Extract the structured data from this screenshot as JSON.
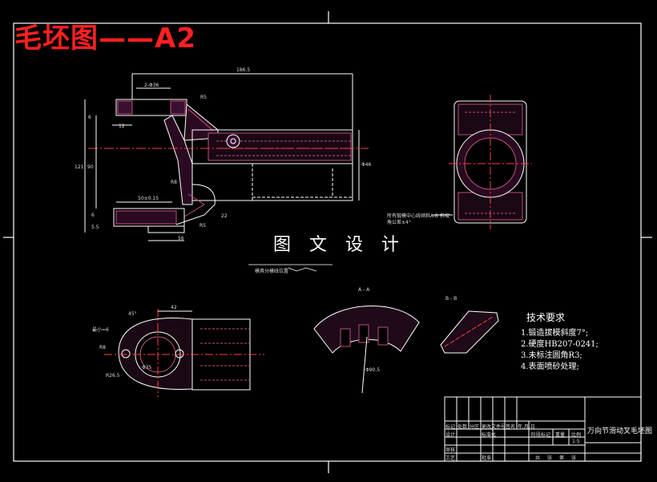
{
  "header": {
    "title": "毛坯图——A2"
  },
  "main": {
    "center_title": "图 文 设 计",
    "section_aa": "A - A",
    "section_bb": "B - B",
    "tech": {
      "title": "技术要求",
      "items": [
        "1.锻造拔模斜度7°;",
        "2.硬度HB207-0241;",
        "3.未标注圆角R3;",
        "4.表面喷砂处理;"
      ]
    },
    "dims": {
      "d1865": "186.5",
      "d2phi36": "2-Φ36",
      "r5": "R5",
      "d6": "6",
      "d12": "12",
      "d121": "121",
      "d90": "90",
      "r8": "R8",
      "d50": "50±0.15",
      "d55": "5.5",
      "d6b": "6",
      "d56": "56",
      "r5b": "R5",
      "d22": "22",
      "phi46": "Φ46",
      "d45": "45°",
      "d42": "42",
      "r8b": "R8",
      "r265": "R26.5",
      "d55small": "最小=6",
      "phi35": "Φ35",
      "phi905": "Φ90.5"
    },
    "notes": {
      "parting": "所有锻模中心线倾斜A-B 斜坡角公差±4°",
      "small_label": "模具分模线位置"
    }
  },
  "title_block": {
    "drawing_title": "万向节滑动叉毛坯图",
    "scale": "1:5",
    "labels": [
      "标记",
      "处数",
      "分区",
      "更改文件号",
      "签名",
      "年,月,日",
      "设计",
      "标准化",
      "阶段标记",
      "重量",
      "比例",
      "审核",
      "工艺",
      "批准",
      "共",
      "张",
      "第",
      "张"
    ]
  }
}
